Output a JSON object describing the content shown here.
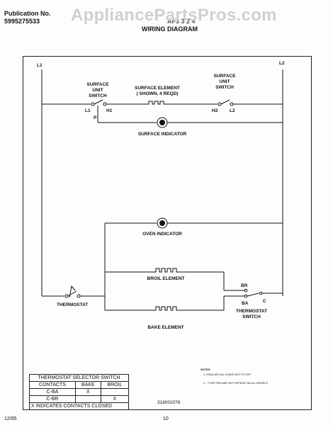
{
  "header": {
    "publication_label": "Publication No.",
    "publication_number": "5995275533",
    "model_code": "AF3 3 2 4",
    "section_title": "WIRING DIAGRAM"
  },
  "watermark": "AppliancePartsPros.com",
  "diagram": {
    "line_l1": "L1",
    "line_l2": "L2",
    "surface_switch_left_label": [
      "SURFACE",
      "UNIT",
      "SWITCH"
    ],
    "surface_switch_left_terminals": {
      "l1": "L1",
      "p": "P",
      "h1": "H1"
    },
    "surface_element_label": [
      "SURFACE ELEMENT",
      "( SHOWN, 4 REQD)"
    ],
    "surface_switch_right_label": [
      "SURFACE",
      "UNIT",
      "SWITCH"
    ],
    "surface_switch_right_terminals": {
      "h2": "H2",
      "l2": "L2"
    },
    "surface_indicator_label": "SURFACE INDICATOR",
    "oven_indicator_label": "OVEN INDICATOR",
    "broil_element_label": "BROIL ELEMENT",
    "bake_element_label": "BAKE ELEMENT",
    "thermostat_label": "THERMOSTAT",
    "thermostat_switch_label": [
      "THERMOSTAT",
      "SWITCH"
    ],
    "thermostat_switch_terminals": {
      "br": "BR",
      "ba": "BA",
      "c": "C"
    }
  },
  "selector_table": {
    "title": "THERMOSTAT SELECTOR SWITCH",
    "headers": [
      "CONTACTS",
      "BAKE",
      "BROIL"
    ],
    "rows": [
      [
        "C-BA",
        "X",
        ""
      ],
      [
        "C-BR",
        "",
        "X"
      ]
    ],
    "footnote": "X  INDICATES CONTACTS CLOSED"
  },
  "notes": {
    "title": "NOTES:",
    "items": [
      "1. INSULATE ALL LEADS NOT TO OFF",
      "2. * THIS ITEM MAY NOT APPEAR ON ALL MODELS"
    ]
  },
  "diagram_number": "318002076",
  "footer": {
    "date": "12/95",
    "page_number": "10"
  }
}
